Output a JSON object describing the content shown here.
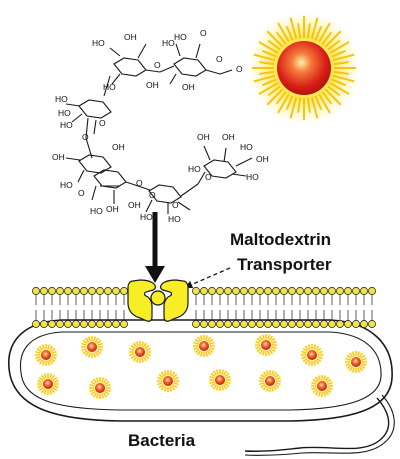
{
  "labels": {
    "transporter_line1": "Maltodextrin",
    "transporter_line2": "Transporter",
    "organism": "Bacteria"
  },
  "molecule": {
    "group_labels": [
      "HO",
      "OH",
      "HO",
      "OH",
      "O",
      "HO",
      "HO",
      "O",
      "O",
      "O",
      "OH",
      "HO",
      "HO",
      "O",
      "OH",
      "O",
      "OH",
      "HO",
      "HO",
      "OH",
      "HO",
      "O",
      "O",
      "HO",
      "HO",
      "OH",
      "O",
      "OH",
      "HO",
      "O",
      "OH",
      "O",
      "HO",
      "HO",
      "OH"
    ]
  },
  "colors": {
    "sun_core": "#e0271b",
    "sun_glow": "#fde84a",
    "sun_rays": "#f6c21a",
    "membrane_head": "#f3e34a",
    "transporter": "#f7ee26",
    "outline": "#1a1a1a"
  },
  "icons": {
    "sun": "sun-probe-icon",
    "nanoparticle": "nanoparticle-icon",
    "transporter": "transporter-protein-icon"
  },
  "counts": {
    "internalized_nanoparticles": 13
  }
}
